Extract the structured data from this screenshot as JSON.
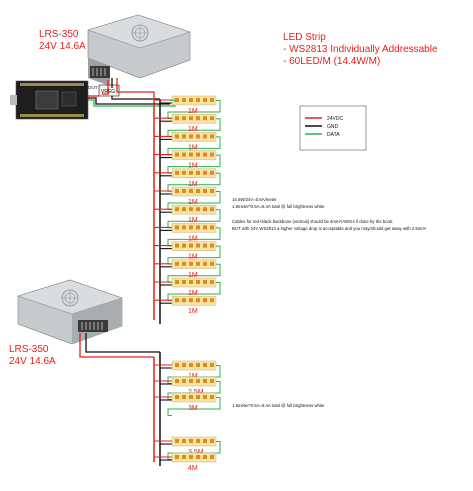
{
  "colors": {
    "positive": "#e8201a",
    "ground": "#111111",
    "data": "#2bb34a",
    "strip": "#f6e3a6",
    "led": "#e38b1a",
    "label": "#e8201a",
    "psu": "#b7bcc0"
  },
  "psu_top": {
    "model": "LRS-350",
    "rating": "24V 14.6A"
  },
  "psu_bottom": {
    "model": "LRS-350",
    "rating": "24V 14.6A"
  },
  "controller": {
    "regulator": "VREG",
    "out_label": "OUT"
  },
  "title": {
    "heading": "LED Strip",
    "line1": "- WS2813 Individually Addressable",
    "line2": "- 60LED/M (14.4W/M)"
  },
  "legend": {
    "items": [
      "24VDC",
      "GND",
      "DATA"
    ]
  },
  "notes": {
    "note1": "14.4W/24V=0.6A/meter",
    "note2": "1.6meter*0.6A=8.4A total @ full brightness white",
    "note3": "Cables for red+black backbone (vertical) should be 4mm²/AWG4 if done by the book.",
    "note4": "BUT with 24V WS2813 a higher voltage drop is acceptable and you may/should get away with 2.5mm²",
    "note5": "1.6meter*0.6A=8.4A total @ full brightness white"
  },
  "strips_group1": [
    "1M",
    "1M",
    "1M",
    "1M",
    "1M",
    "1M",
    "1M",
    "1M",
    "1M",
    "1M",
    "1M",
    "1M"
  ],
  "strips_group2": [
    "1M",
    "2.5M",
    "3M",
    "3.5M",
    "4M"
  ]
}
